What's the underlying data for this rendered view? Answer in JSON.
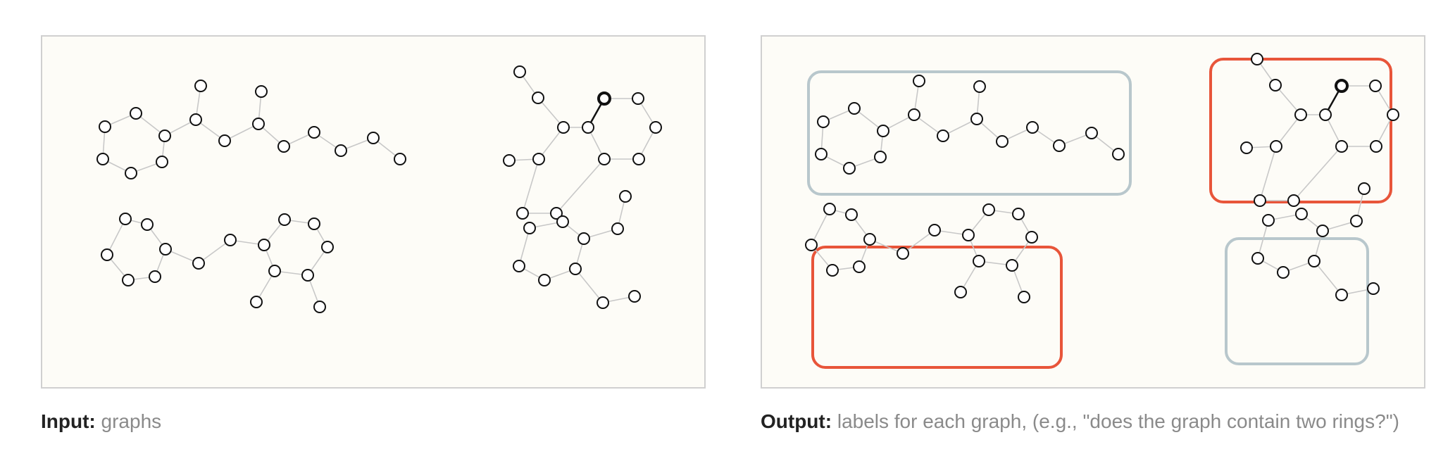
{
  "input_caption": {
    "label": "Input:",
    "text": "graphs"
  },
  "output_caption": {
    "label": "Output:",
    "text": "labels for each graph, (e.g., \"does the graph contain two rings?\")"
  },
  "colors": {
    "panel_bg": "#fdfcf7",
    "panel_border": "#d0d0d0",
    "edge": "#c8c8c8",
    "highlight_edge": "#111111",
    "label_true": "#e8553a",
    "label_false": "#b8c7cc"
  },
  "graphs": [
    {
      "id": "graph-1",
      "label": "one-ring",
      "highlight_node": null
    },
    {
      "id": "graph-2",
      "label": "two-rings",
      "highlight_node": 0
    },
    {
      "id": "graph-3",
      "label": "two-rings",
      "highlight_node": null
    },
    {
      "id": "graph-4",
      "label": "one-ring",
      "highlight_node": null
    }
  ]
}
